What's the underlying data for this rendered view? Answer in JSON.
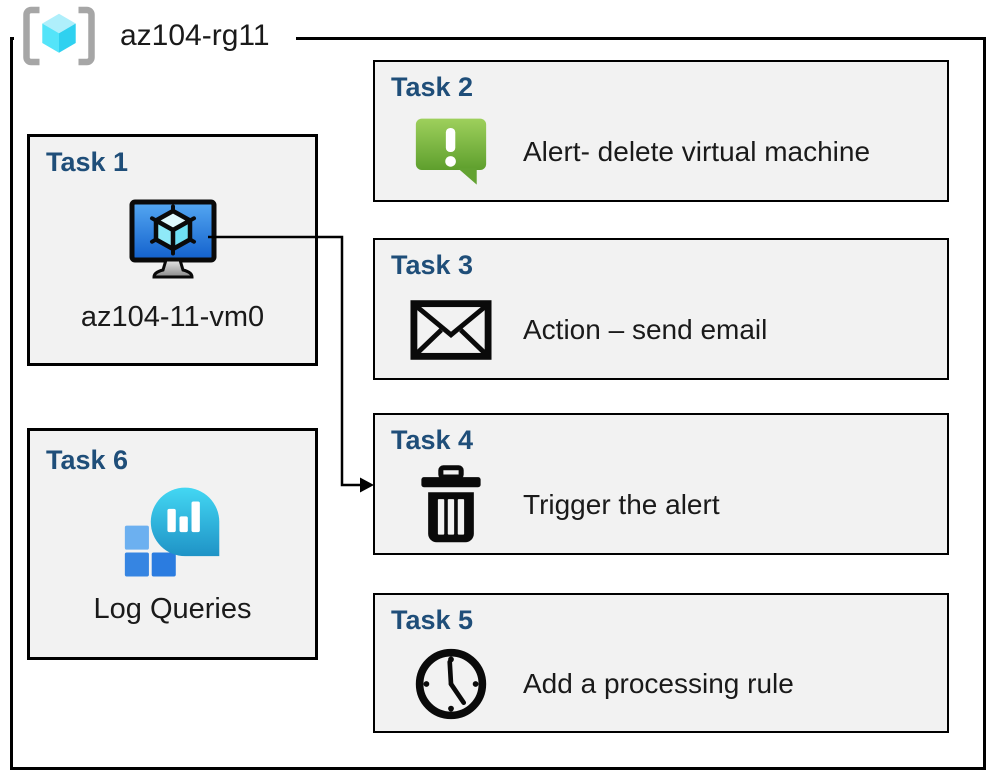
{
  "rg": {
    "title": "az104-rg11",
    "icon": "resource-group-icon"
  },
  "tasks": [
    {
      "heading": "Task 1",
      "label": "az104-11-vm0",
      "icon": "virtual-machine-icon"
    },
    {
      "heading": "Task 2",
      "label": "Alert- delete virtual machine",
      "icon": "alert-message-icon"
    },
    {
      "heading": "Task 3",
      "label": "Action – send email",
      "icon": "email-envelope-icon"
    },
    {
      "heading": "Task 4",
      "label": "Trigger the alert",
      "icon": "trash-delete-icon"
    },
    {
      "heading": "Task 5",
      "label": "Add a processing rule",
      "icon": "clock-icon"
    },
    {
      "heading": "Task 6",
      "label": "Log Queries",
      "icon": "log-queries-icon"
    }
  ],
  "connector": {
    "from": "task1-virtual-machine",
    "to": "task4-box"
  },
  "colors": {
    "heading_navy": "#1F4E79",
    "box_fill": "#F2F2F2",
    "border_black": "#000000",
    "alert_green_light": "#9ED05C",
    "alert_green_dark": "#5E9F2D",
    "vm_screen_blue_light": "#55A8F2",
    "vm_screen_blue_dark": "#1260CC",
    "cube_cyan": "#50E6FF",
    "log_bubble_cyan_light": "#43D7F3",
    "log_bubble_cyan_dark": "#1F93C6",
    "log_square_blue": "#2E80E4",
    "bracket_gray": "#A6A6A6"
  }
}
